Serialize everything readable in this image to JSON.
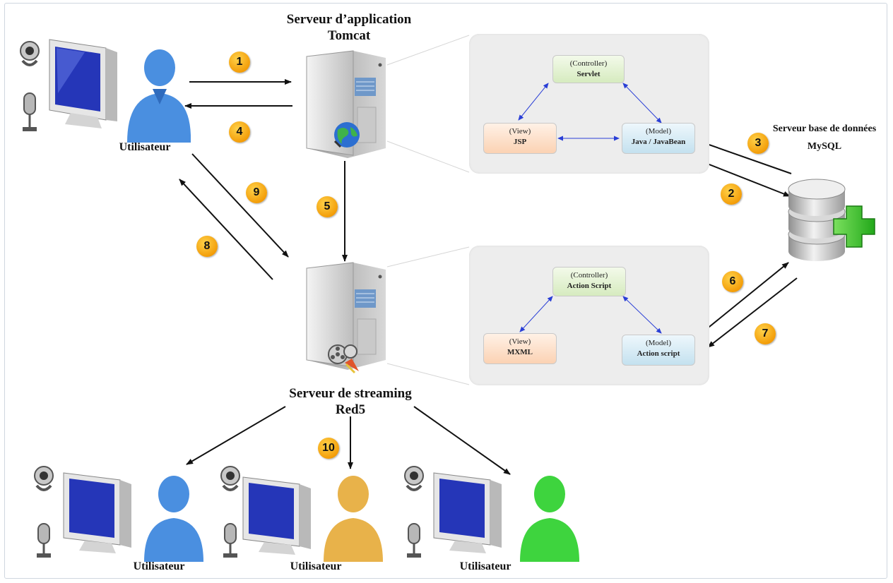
{
  "app_server": {
    "title_line1": "Serveur d’application",
    "title_line2": "Tomcat"
  },
  "streaming_server": {
    "title_line1": "Serveur de streaming",
    "title_line2": "Red5"
  },
  "db_server": {
    "title_line1": "Serveur base de données",
    "title_line2": "MySQL"
  },
  "main_user": {
    "label": "Utilisateur",
    "color": "#4a8fe0"
  },
  "viewers": [
    {
      "label": "Utilisateur",
      "color": "#4a8fe0"
    },
    {
      "label": "Utilisateur",
      "color": "#e8b24a"
    },
    {
      "label": "Utilisateur",
      "color": "#3ed43e"
    }
  ],
  "mvc_tomcat": {
    "controller": {
      "role": "(Controller)",
      "name": "Servlet"
    },
    "view": {
      "role": "(View)",
      "name": "JSP"
    },
    "model": {
      "role": "(Model)",
      "name": "Java / JavaBean"
    }
  },
  "mvc_red5": {
    "controller": {
      "role": "(Controller)",
      "name": "Action Script"
    },
    "view": {
      "role": "(View)",
      "name": "MXML"
    },
    "model": {
      "role": "(Model)",
      "name": "Action script"
    }
  },
  "steps": [
    "1",
    "2",
    "3",
    "4",
    "5",
    "6",
    "7",
    "8",
    "9",
    "10"
  ],
  "icons": {
    "webcam": "webcam-icon",
    "microphone": "microphone-icon",
    "monitor": "monitor-icon",
    "server": "server-tower-icon",
    "globe": "globe-icon",
    "film": "film-reel-icon",
    "database": "database-icon",
    "plus": "plus-icon"
  },
  "colors": {
    "arrow": "#111111",
    "mvc_arrow": "#2a3fd6",
    "step_badge": "#f5a20a",
    "db_plus": "#3ccf2e"
  }
}
